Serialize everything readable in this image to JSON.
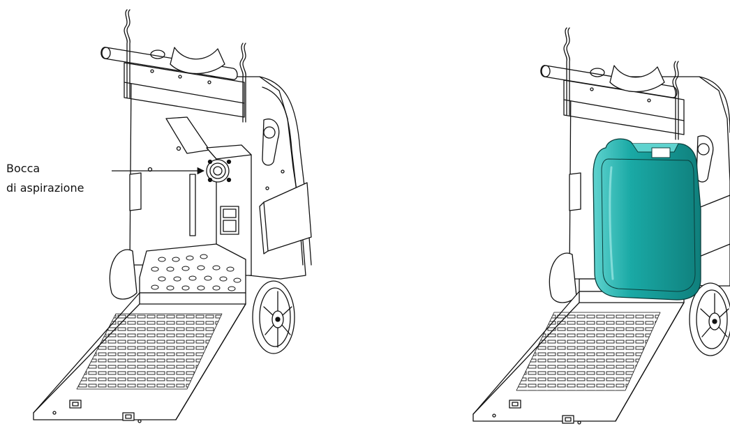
{
  "figure": {
    "callout": {
      "line1": "Bocca",
      "line2": "di aspirazione"
    },
    "colors": {
      "line": "#111111",
      "tank_fill": "#1aa9a5",
      "tank_highlight": "#5fd3cf",
      "tank_shadow": "#0f7f7c",
      "background": "#ffffff"
    },
    "views": [
      {
        "name": "trolley-without-tank",
        "tank_visible": false
      },
      {
        "name": "trolley-with-tank",
        "tank_visible": true
      }
    ]
  }
}
